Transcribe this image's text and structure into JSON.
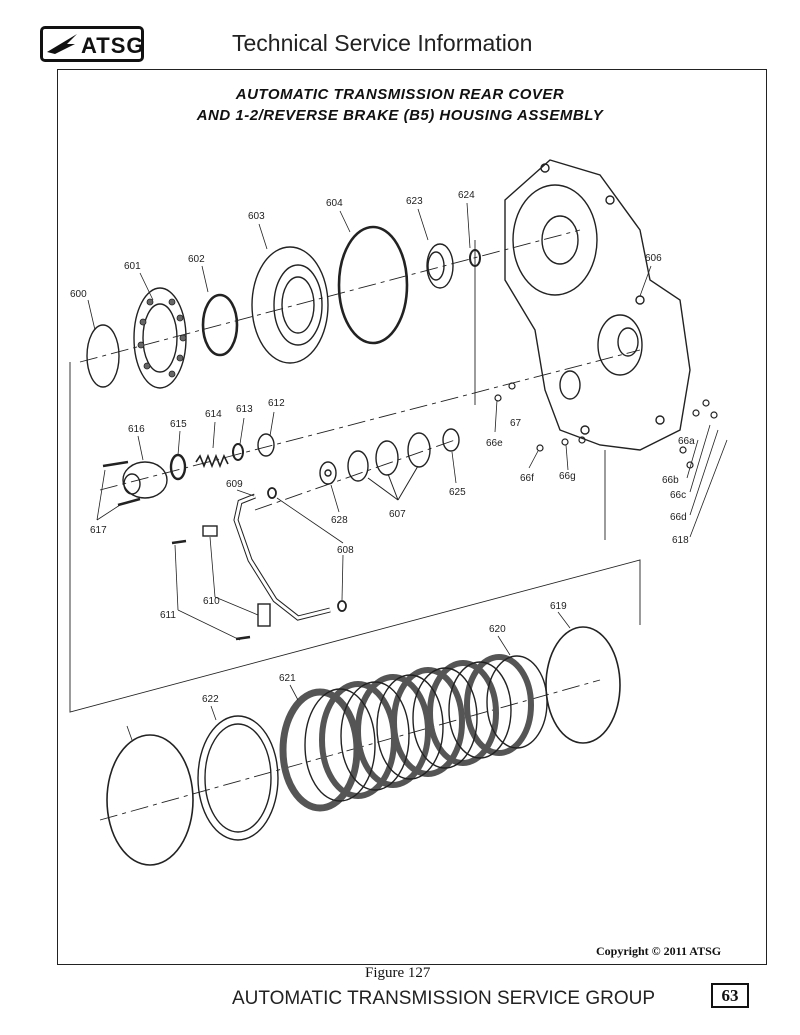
{
  "header": {
    "logo_text": "ATSG",
    "title": "Technical Service Information"
  },
  "diagram": {
    "title_line1": "AUTOMATIC TRANSMISSION REAR COVER",
    "title_line2": "AND 1-2/REVERSE BRAKE (B5) HOUSING ASSEMBLY",
    "part_labels": [
      "600",
      "601",
      "602",
      "603",
      "604",
      "623",
      "624",
      "606",
      "616",
      "615",
      "614",
      "613",
      "612",
      "67",
      "66e",
      "66f",
      "66g",
      "625",
      "607",
      "628",
      "609",
      "608",
      "617",
      "611",
      "610",
      "66a",
      "66b",
      "66c",
      "66d",
      "618",
      "619",
      "620",
      "621",
      "622"
    ]
  },
  "footer": {
    "copyright": "Copyright © 2011 ATSG",
    "figure_caption": "Figure 127",
    "org_name": "AUTOMATIC TRANSMISSION SERVICE GROUP",
    "page_number": "63"
  },
  "colors": {
    "ink": "#222222",
    "friction": "#555555"
  }
}
